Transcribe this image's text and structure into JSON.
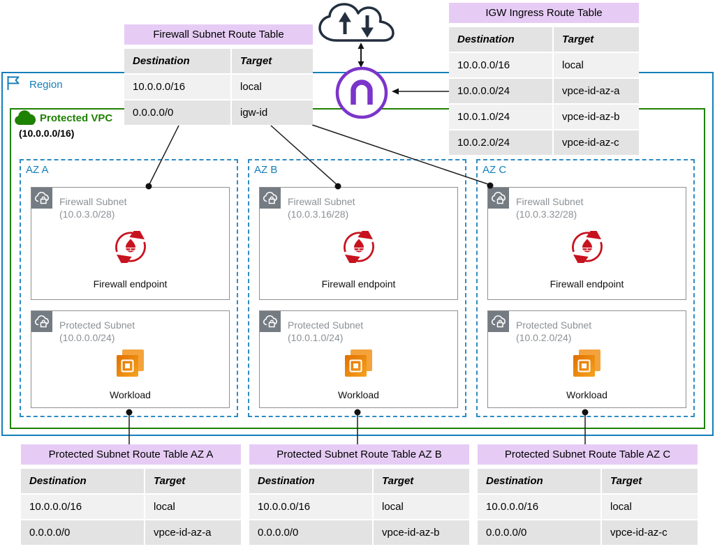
{
  "region": {
    "label": "Region"
  },
  "vpc": {
    "label": "Protected VPC",
    "cidr": "(10.0.0.0/16)"
  },
  "azs": [
    {
      "label": "AZ A",
      "firewall_subnet": {
        "name": "Firewall Subnet",
        "cidr": "(10.0.3.0/28)"
      },
      "firewall_endpoint_label": "Firewall endpoint",
      "protected_subnet": {
        "name": "Protected Subnet",
        "cidr": "(10.0.0.0/24)"
      },
      "workload_label": "Workload"
    },
    {
      "label": "AZ B",
      "firewall_subnet": {
        "name": "Firewall Subnet",
        "cidr": "(10.0.3.16/28)"
      },
      "firewall_endpoint_label": "Firewall endpoint",
      "protected_subnet": {
        "name": "Protected Subnet",
        "cidr": "(10.0.1.0/24)"
      },
      "workload_label": "Workload"
    },
    {
      "label": "AZ C",
      "firewall_subnet": {
        "name": "Firewall Subnet",
        "cidr": "(10.0.3.32/28)"
      },
      "firewall_endpoint_label": "Firewall endpoint",
      "protected_subnet": {
        "name": "Protected Subnet",
        "cidr": "(10.0.2.0/24)"
      },
      "workload_label": "Workload"
    }
  ],
  "route_tables": {
    "firewall": {
      "title": "Firewall Subnet Route Table",
      "col_headers": [
        "Destination",
        "Target"
      ],
      "rows": [
        [
          "10.0.0.0/16",
          "local"
        ],
        [
          "0.0.0.0/0",
          "igw-id"
        ]
      ]
    },
    "igw_ingress": {
      "title": "IGW Ingress Route Table",
      "col_headers": [
        "Destination",
        "Target"
      ],
      "rows": [
        [
          "10.0.0.0/16",
          "local"
        ],
        [
          "10.0.0.0/24",
          "vpce-id-az-a"
        ],
        [
          "10.0.1.0/24",
          "vpce-id-az-b"
        ],
        [
          "10.0.2.0/24",
          "vpce-id-az-c"
        ]
      ]
    },
    "protected_a": {
      "title": "Protected Subnet Route Table AZ A",
      "col_headers": [
        "Destination",
        "Target"
      ],
      "rows": [
        [
          "10.0.0.0/16",
          "local"
        ],
        [
          "0.0.0.0/0",
          "vpce-id-az-a"
        ]
      ]
    },
    "protected_b": {
      "title": "Protected Subnet Route Table AZ B",
      "col_headers": [
        "Destination",
        "Target"
      ],
      "rows": [
        [
          "10.0.0.0/16",
          "local"
        ],
        [
          "0.0.0.0/0",
          "vpce-id-az-b"
        ]
      ]
    },
    "protected_c": {
      "title": "Protected Subnet Route Table AZ C",
      "col_headers": [
        "Destination",
        "Target"
      ],
      "rows": [
        [
          "10.0.0.0/16",
          "local"
        ],
        [
          "0.0.0.0/0",
          "vpce-id-az-c"
        ]
      ]
    }
  },
  "icons": {
    "region": "flag-icon",
    "vpc": "green-cloud-icon",
    "subnet": "subnet-cloud-lock-icon",
    "firewall_endpoint": "network-firewall-endpoint-icon",
    "workload": "ec2-workload-icon",
    "internet": "internet-cloud-arrows-icon",
    "internet_gateway": "internet-gateway-icon"
  },
  "colors": {
    "region_blue": "#147EBA",
    "az_dashed_blue": "#2E8BC4",
    "vpc_green": "#1D8102",
    "table_title_purple": "#E6CCF5",
    "table_row_light": "#F1F1F1",
    "table_row_dark": "#E3E3E3",
    "firewall_red": "#C7131F",
    "workload_orange": "#EC7211",
    "igw_purple": "#7B35C9",
    "subnet_gray": "#747B82",
    "cloud_dark": "#232F3E"
  }
}
